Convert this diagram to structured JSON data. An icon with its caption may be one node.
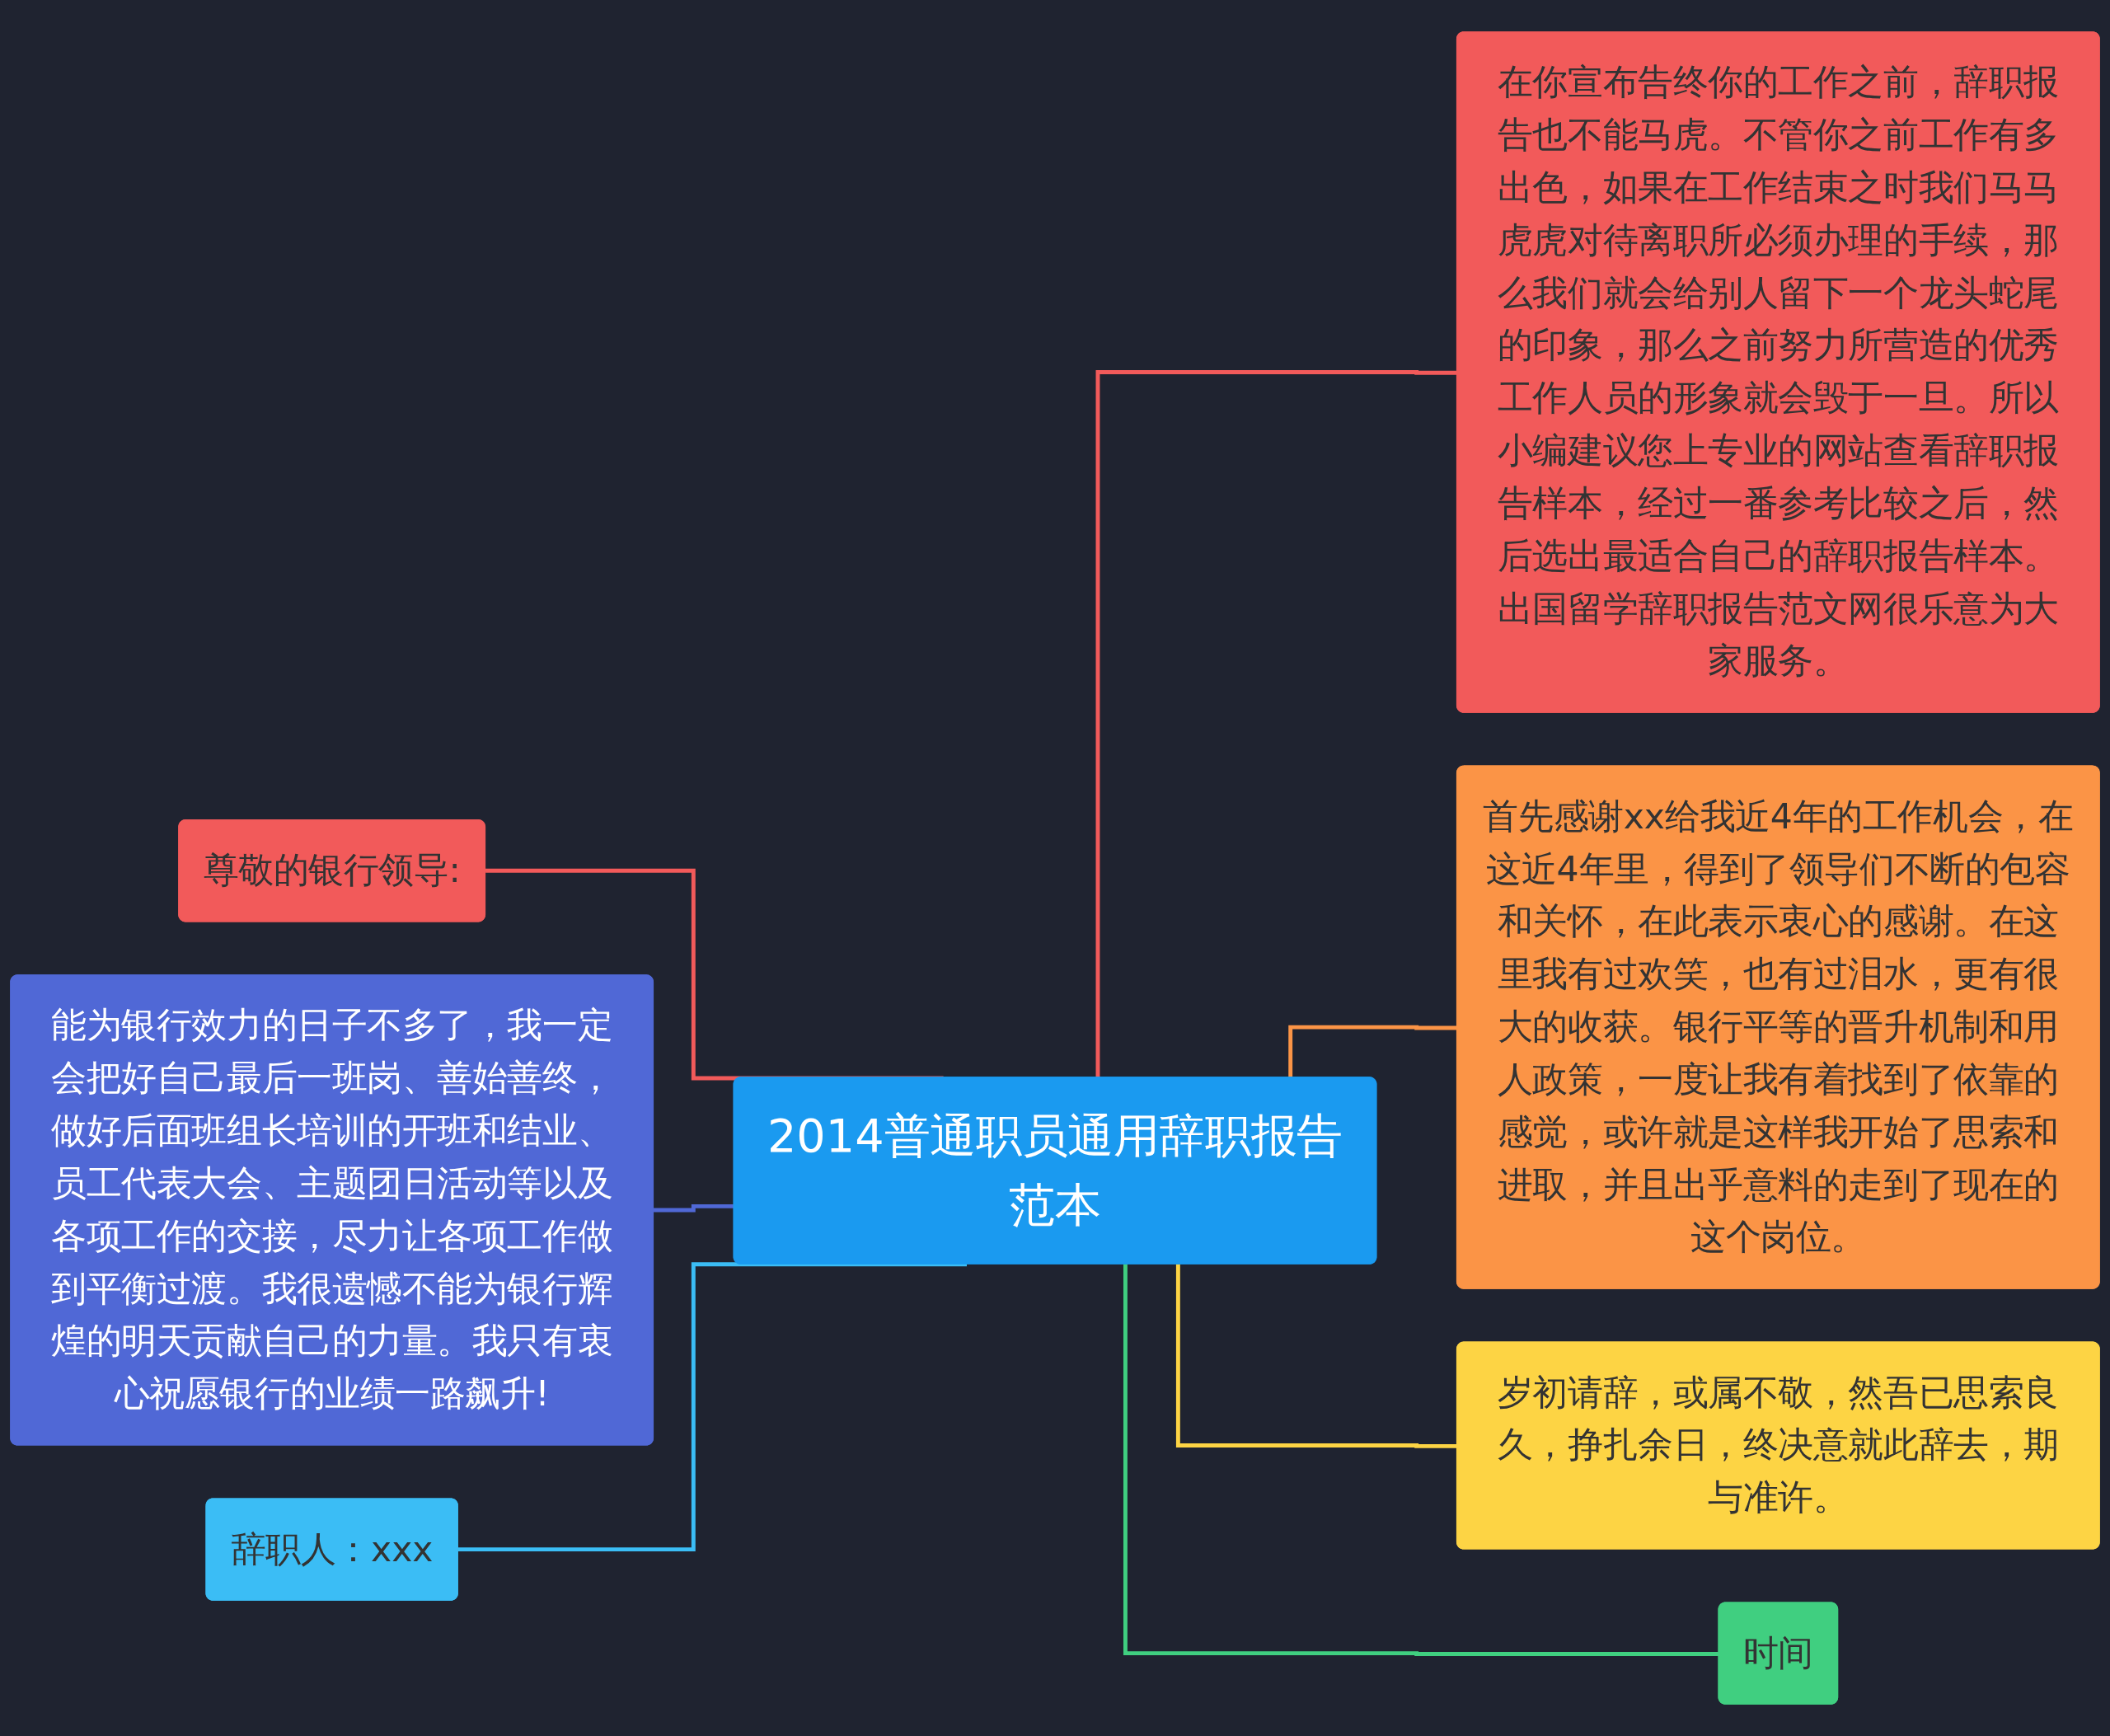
{
  "diagram": {
    "nodes": [
      {
        "text": [
          "2014普通职员通用辞职报告范本"
        ]
      },
      {
        "text": [
          "尊敬的银行领导:"
        ]
      },
      {
        "text": [
          "能为银行效力的日子不多了，我一定会把好自己最后一班岗、善始善终，做好后面班组长培训的开班和结业、员工代表大会、主题团日活动等以及各项工作的交接，尽力让各项工作做到平衡过渡。我很遗憾不能为银行辉煌的明天贡献自己的力量。我只有衷心祝愿银行的业绩一路飙升!"
        ]
      },
      {
        "text": [
          "辞职人：xxx"
        ]
      },
      {
        "text": [
          "在你宣布告终你的工作之前，辞职报告也不能马虎。不管你之前工作有多出色，如果在工作结束之时我们马马虎虎对待离职所必须办理的手续，那么我们就会给别人留下一个龙头蛇尾的印象，那么之前努力所营造的优秀工作人员的形象就会毁于一旦。所以小编建议您上专业的网站查看辞职报告样本，经过一番参考比较之后，然后选出最适合自己的辞职报告样本。出国留学辞职报告范文网很乐意为大家服务。"
        ]
      },
      {
        "text": [
          "首先感谢xx给我近4年的工作机会，在这近4年里，得到了领导们不断的包容和关怀，在此表示衷心的感谢。在这里我有过欢笑，也有过泪水，更有很大的收获。银行平等的晋升机制和用人政策，一度让我有着找到了依靠的感觉，或许就是这样我开始了思索和进取，并且出乎意料的走到了现在的这个岗位。"
        ]
      },
      {
        "text": [
          "岁初请辞，或属不敬，然吾已思索良久，挣扎余日，终决意就此辞去，期与准许。"
        ]
      },
      {
        "text": [
          "时间"
        ]
      }
    ],
    "edges": [
      {
        "from": 0,
        "to": 1,
        "arrow": "none",
        "color": "#f25a5a"
      },
      {
        "from": 0,
        "to": 2,
        "arrow": "none",
        "color": "#5068d6"
      },
      {
        "from": 0,
        "to": 3,
        "arrow": "none",
        "color": "#3bbdf5"
      },
      {
        "from": 0,
        "to": 4,
        "arrow": "none",
        "color": "#f25a5a"
      },
      {
        "from": 0,
        "to": 5,
        "arrow": "none",
        "color": "#fb9446"
      },
      {
        "from": 0,
        "to": 6,
        "arrow": "none",
        "color": "#fdd444"
      },
      {
        "from": 0,
        "to": 7,
        "arrow": "none",
        "color": "#40cf80"
      }
    ]
  }
}
